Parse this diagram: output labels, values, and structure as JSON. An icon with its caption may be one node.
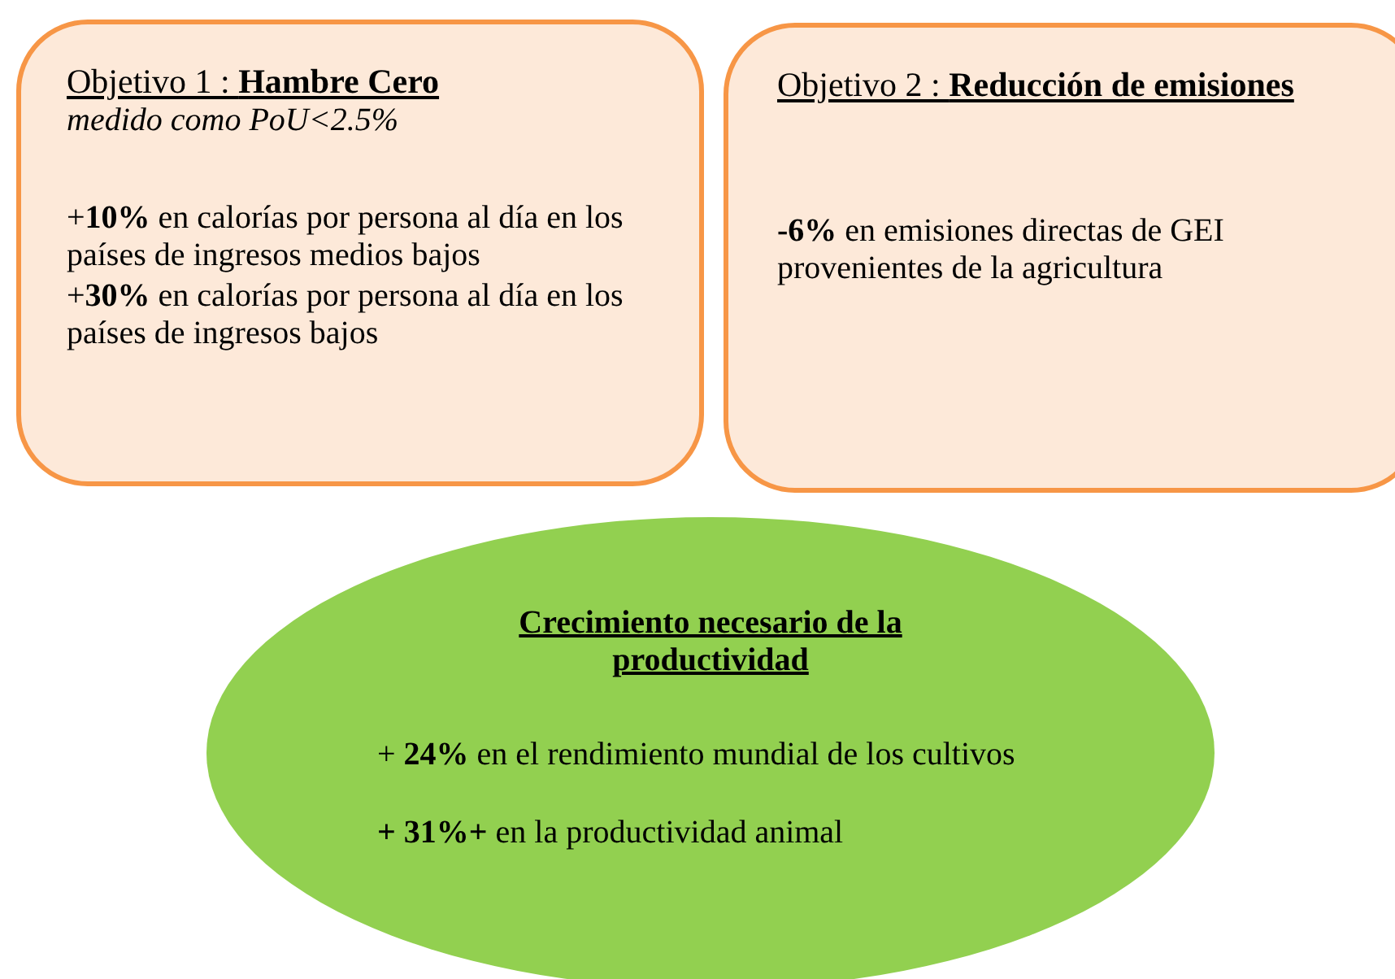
{
  "diagram": {
    "nodes": [
      {
        "text": [
          "Objetivo 1 : **Hambre Cero**",
          "medido como PoU<2.5%",
          "+**10%** en calorías por persona al día en los países de ingresos medios bajos",
          "+**30%** en calorías por persona al día en los países de ingresos bajos"
        ]
      },
      {
        "text": [
          "Objetivo 2 : **Reducción de emisiones**",
          "**-6%** en emisiones directas de GEI provenientes de la agricultura"
        ]
      },
      {
        "text": [
          "Crecimiento necesario de la productividad",
          "+ **24%** en el rendimiento mundial de los cultivos",
          "**+ 31%+** en la productividad animal"
        ]
      }
    ]
  }
}
